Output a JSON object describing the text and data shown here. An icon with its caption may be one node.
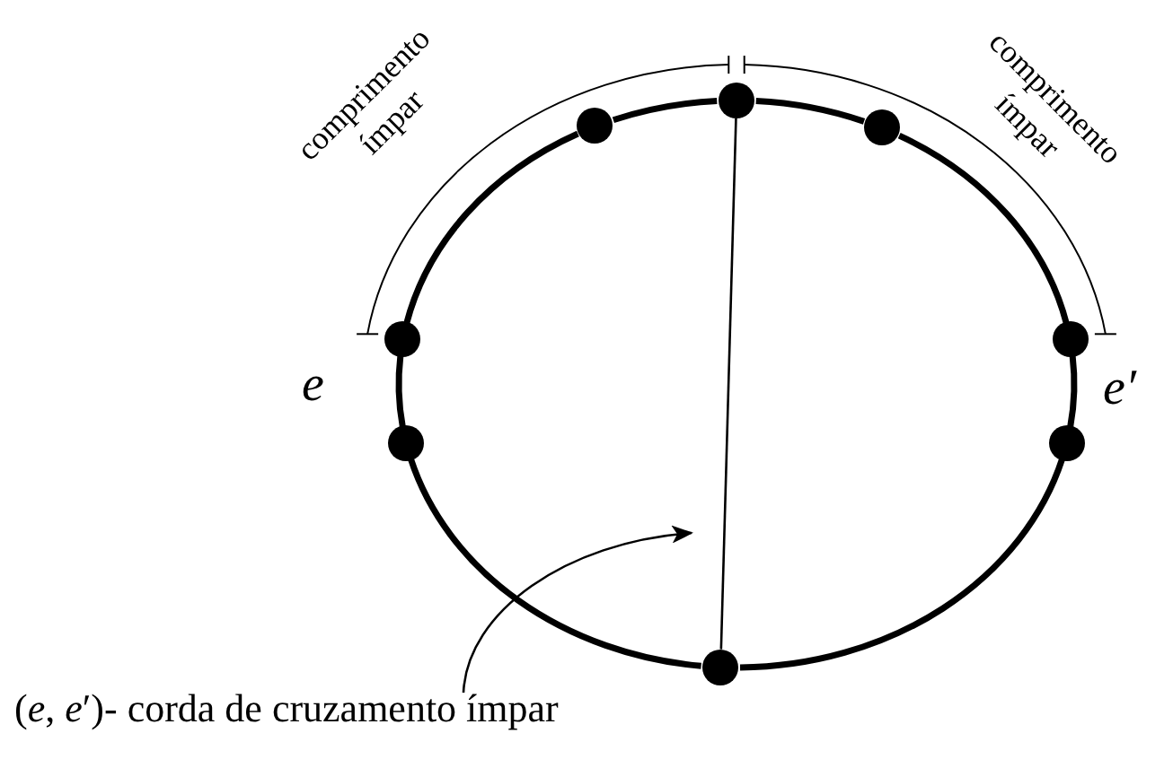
{
  "diagram": {
    "nodes": [
      {
        "text": [],
        "shape": "circle"
      },
      {
        "text": [],
        "shape": "circle"
      },
      {
        "text": [],
        "shape": "circle"
      },
      {
        "text": [],
        "shape": "circle"
      },
      {
        "text": [],
        "shape": "circle"
      },
      {
        "text": [],
        "shape": "circle"
      },
      {
        "text": [],
        "shape": "circle"
      },
      {
        "text": [],
        "shape": "circle"
      },
      {
        "text": [
          "(*e*, *e*′)- corda de cruzamento ímpar"
        ]
      }
    ],
    "edges": [
      {
        "from": 1,
        "to": 2,
        "arrow": "none"
      },
      {
        "from": 2,
        "to": 4,
        "arrow": "none"
      },
      {
        "from": 4,
        "to": 6,
        "arrow": "none"
      },
      {
        "from": 6,
        "to": 7,
        "arrow": "none"
      },
      {
        "from": 7,
        "to": 5,
        "arrow": "none"
      },
      {
        "from": 5,
        "to": 3,
        "arrow": "none"
      },
      {
        "from": 3,
        "to": 0,
        "arrow": "none"
      },
      {
        "from": 0,
        "to": 1,
        "arrow": "none"
      },
      {
        "from": 1,
        "to": 7,
        "arrow": "none"
      },
      {
        "from": 8,
        "to": null,
        "arrow": "to"
      }
    ],
    "labels": [
      "comprimento ímpar",
      "comprimento ímpar",
      "e",
      "e′"
    ]
  }
}
